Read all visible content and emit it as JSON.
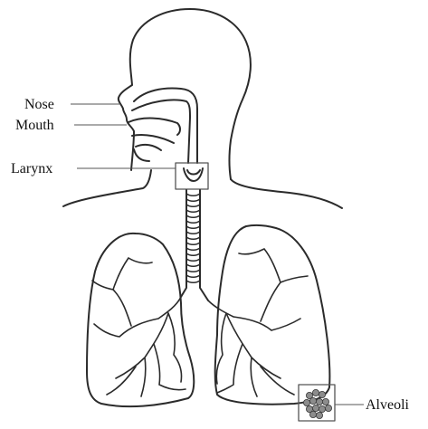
{
  "diagram": {
    "labels": {
      "nose": "Nose",
      "mouth": "Mouth",
      "larynx": "Larynx",
      "alveoli": "Alveoli"
    },
    "colors": {
      "stroke": "#2b2b2b",
      "label_text": "#111111",
      "leader_line": "#555555",
      "callout_box": "#555555",
      "alveoli_fill": "#8c8c8c"
    }
  }
}
